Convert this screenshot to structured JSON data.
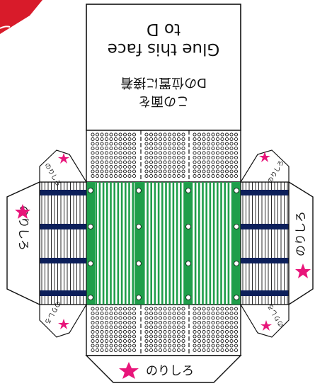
{
  "glue_face": {
    "line1_en": "Glue this face",
    "line2_en": "to D",
    "line1_ja": "この面を",
    "line2_ja": "Dの位置に接着"
  },
  "tab_labels": {
    "bottom": "のりしろ",
    "left_side": "のりしろ",
    "right_side": "のりしろ",
    "small": "のりしろ"
  },
  "colors": {
    "accent_star": "#e8157a",
    "strip_green": "#1f9e4a",
    "bar_navy": "#0c1f5a",
    "corner_red": "#d81b2a",
    "outline": "#111111"
  },
  "icons": [
    "star-icon",
    "hole-icon"
  ]
}
